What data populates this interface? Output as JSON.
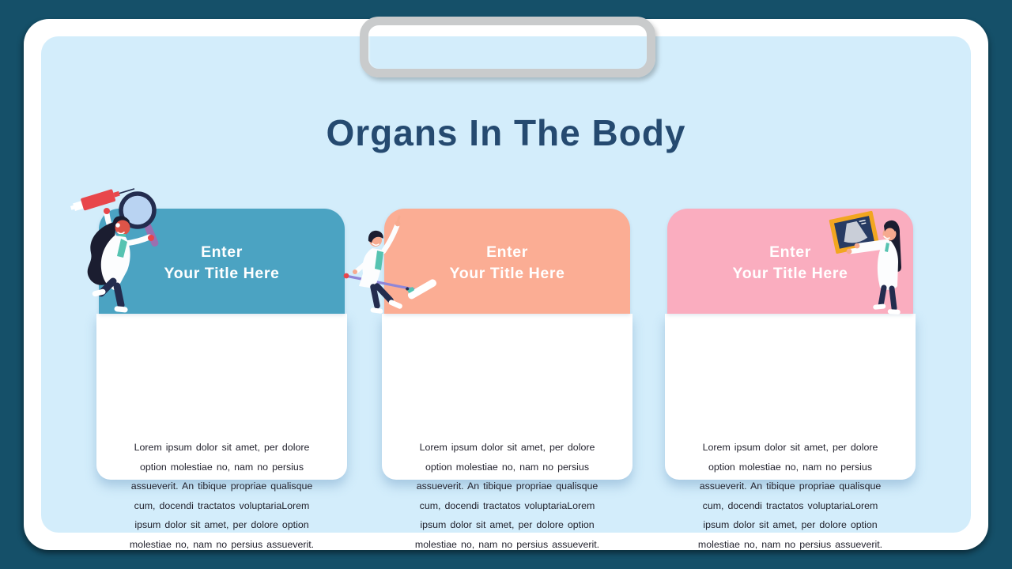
{
  "slide_title": "Organs In The Body",
  "colors": {
    "outer_frame": "#155069",
    "panel_border": "#FFFFFF",
    "panel_fill": "#D3EDFB",
    "title_text": "#254A70",
    "clip_gray": "#C9CBCC",
    "card_title_text": "#FFFFFF",
    "card_body_text": "#23232E"
  },
  "cards": [
    {
      "title_line1": "Enter",
      "title_line2": "Your Title Here",
      "header_color": "#4BA3C2",
      "illustration": "female-doctor-with-syringe-and-magnifying-glass",
      "body_lines": [
        "Lorem  ipsum dolor sit amet, per  dolore",
        "option molestiae no,  nam no persius",
        "assueverit. An tibique propriae qualisque",
        "cum,  docendi tractatos voluptariaLorem",
        "ipsum dolor sit amet,  per dolore option",
        "molestiae no, nam no persius assueverit."
      ]
    },
    {
      "title_line1": "Enter",
      "title_line2": "Your Title Here",
      "header_color": "#FBAD94",
      "illustration": "male-doctor-with-pointer-stick",
      "body_lines": [
        "Lorem  ipsum dolor sit amet, per  dolore",
        "option molestiae no,  nam no persius",
        "assueverit. An tibique propriae qualisque",
        "cum,  docendi tractatos voluptariaLorem",
        "ipsum dolor sit amet,  per dolore option",
        "molestiae no, nam no persius assueverit."
      ]
    },
    {
      "title_line1": "Enter",
      "title_line2": "Your Title Here",
      "header_color": "#FAADBF",
      "illustration": "female-doctor-with-ultrasound-scan",
      "body_lines": [
        "Lorem  ipsum dolor sit amet, per  dolore",
        "option molestiae no,  nam no persius",
        "assueverit. An tibique propriae qualisque",
        "cum,  docendi tractatos voluptariaLorem",
        "ipsum dolor sit amet,  per dolore option",
        "molestiae no, nam no persius assueverit."
      ]
    }
  ]
}
